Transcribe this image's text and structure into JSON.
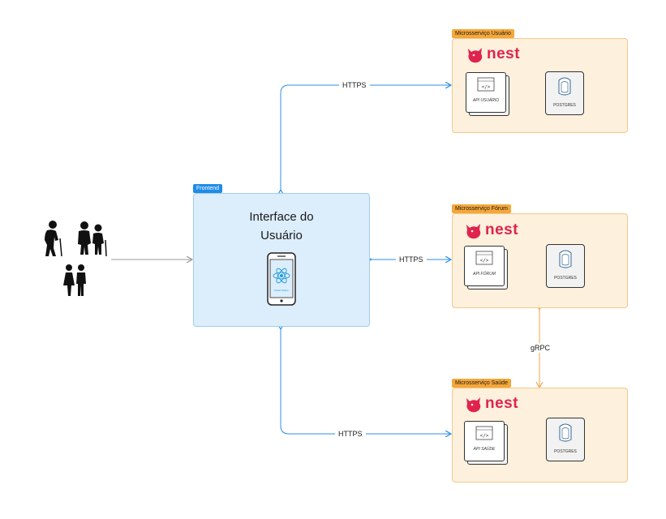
{
  "frontend": {
    "tag": "Frontend",
    "title_line1": "Interface do",
    "title_line2": "Usuário",
    "phone_caption": "React Native"
  },
  "services": [
    {
      "tag": "Microsserviço Usuário",
      "logo": "nest",
      "api_label": "API USUÁRIO",
      "db_label": "POSTGRES"
    },
    {
      "tag": "Microsserviço Fórum",
      "logo": "nest",
      "api_label": "API FÓRUM",
      "db_label": "POSTGRES"
    },
    {
      "tag": "Microsserviço Saúde",
      "logo": "nest",
      "api_label": "API SAÚDE",
      "db_label": "POSTGRES"
    }
  ],
  "edges": {
    "to_usuario": "HTTPS",
    "to_forum": "HTTPS",
    "to_saude": "HTTPS",
    "forum_saude": "gRPC"
  },
  "icons": {
    "users": "people-icon",
    "phone": "smartphone-icon",
    "api": "code-window-icon",
    "db": "postgres-elephant-icon",
    "nest": "nest-cat-icon"
  },
  "colors": {
    "https_arrow": "#2d8fe3",
    "grpc_arrow": "#f0a64a",
    "user_arrow": "#999999",
    "nest_red": "#e0234e",
    "service_fill": "#fdf0dc",
    "frontend_fill": "#dcedfb"
  }
}
